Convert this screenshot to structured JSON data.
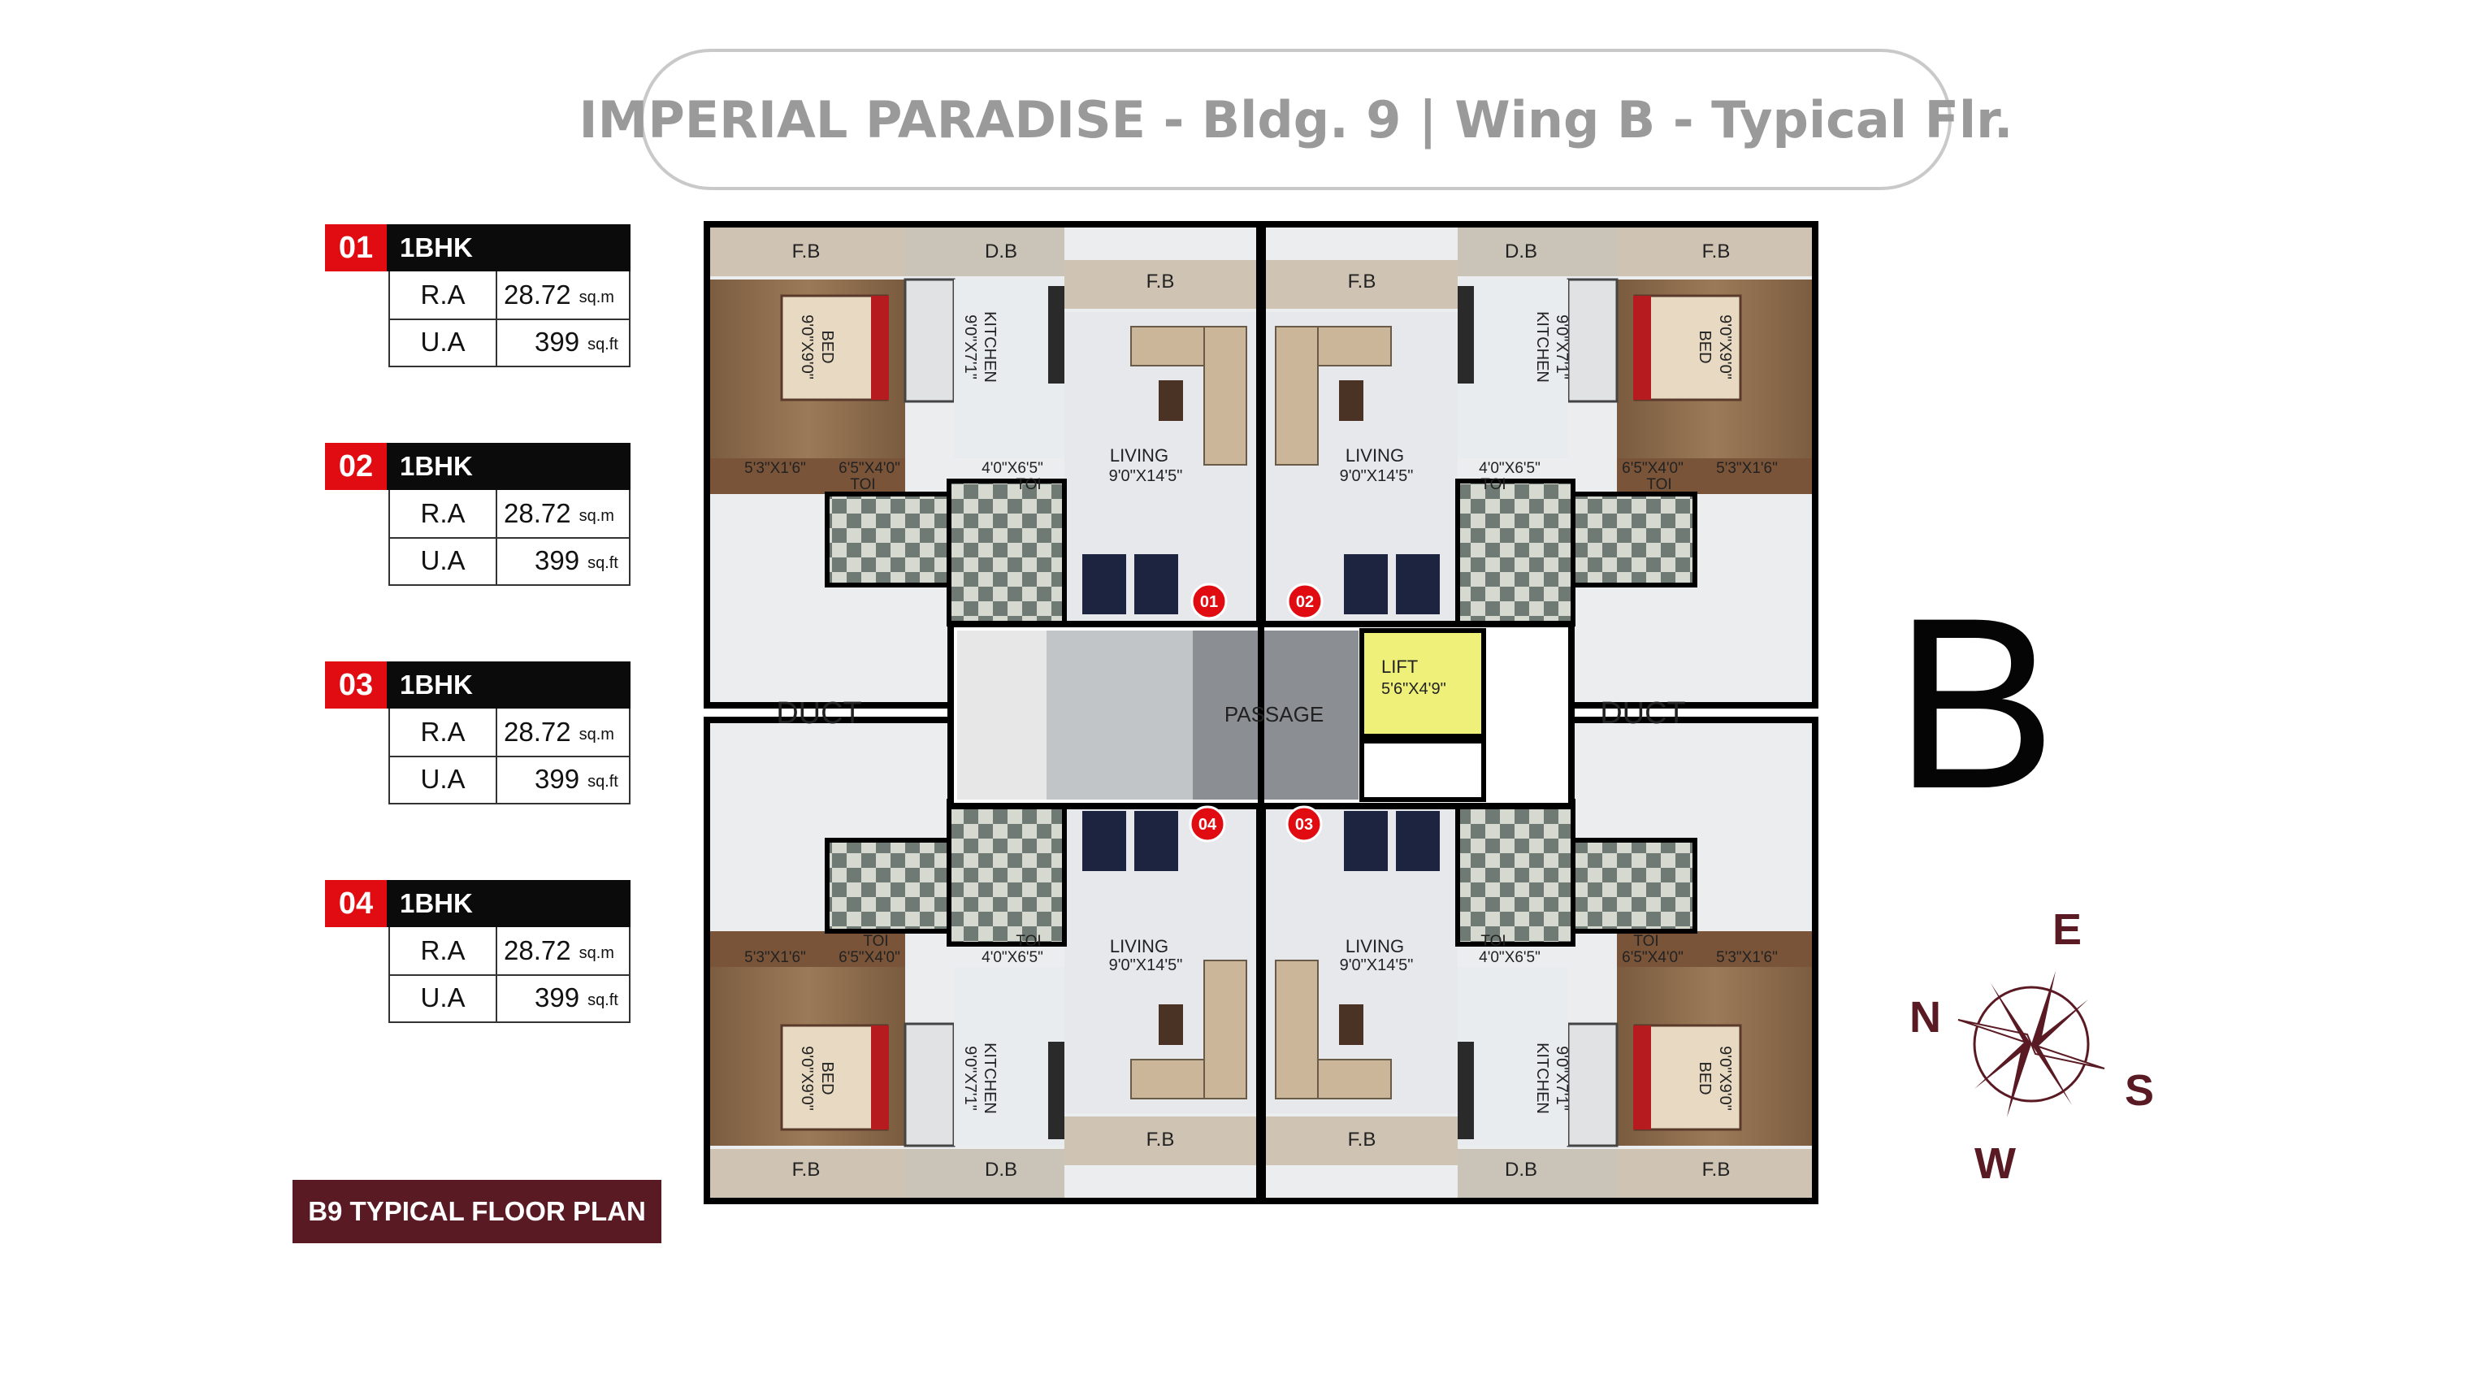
{
  "title": "IMPERIAL PARADISE - Bldg. 9 | Wing B - Typical Flr.",
  "units": [
    {
      "number": "01",
      "type": "1BHK",
      "ra_label": "R.A",
      "ra_value": "28.72",
      "ra_unit": "sq.m",
      "ua_label": "U.A",
      "ua_value": "399",
      "ua_unit": "sq.ft"
    },
    {
      "number": "02",
      "type": "1BHK",
      "ra_label": "R.A",
      "ra_value": "28.72",
      "ra_unit": "sq.m",
      "ua_label": "U.A",
      "ua_value": "399",
      "ua_unit": "sq.ft"
    },
    {
      "number": "03",
      "type": "1BHK",
      "ra_label": "R.A",
      "ra_value": "28.72",
      "ra_unit": "sq.m",
      "ua_label": "U.A",
      "ua_value": "399",
      "ua_unit": "sq.ft"
    },
    {
      "number": "04",
      "type": "1BHK",
      "ra_label": "R.A",
      "ra_value": "28.72",
      "ra_unit": "sq.m",
      "ua_label": "U.A",
      "ua_value": "399",
      "ua_unit": "sq.ft"
    }
  ],
  "plan_tag": "B9 TYPICAL FLOOR PLAN",
  "wing_letter": "B",
  "compass": {
    "north": "N",
    "east": "E",
    "south": "S",
    "west": "W"
  },
  "rooms": {
    "fb": "F.B",
    "db": "D.B",
    "bed": "BED",
    "bed_size": "9'0\"X9'0\"",
    "kitchen": "KITCHEN",
    "kitchen_size": "9'0\"X7'1\"",
    "living": "LIVING",
    "living_size": "9'0\"X14'5\"",
    "toi": "TOI",
    "toi_size_a": "6'5\"X4'0\"",
    "toi_size_b": "4'0\"X6'5\"",
    "balcony_size": "5'3\"X1'6\"",
    "duct": "DUCT",
    "passage": "PASSAGE",
    "lift": "LIFT",
    "lift_size": "5'6\"X4'9\"",
    "unit_badges": [
      "01",
      "02",
      "03",
      "04"
    ]
  },
  "colors": {
    "accent_red": "#e10b12",
    "header_black": "#0b0b0b",
    "plan_tag_bg": "#5a1a23",
    "title_gray": "#9a9a9a",
    "compass_maroon": "#5a1a23",
    "lift_yellow": "#eef07a",
    "wood": "#8a6a4a"
  }
}
